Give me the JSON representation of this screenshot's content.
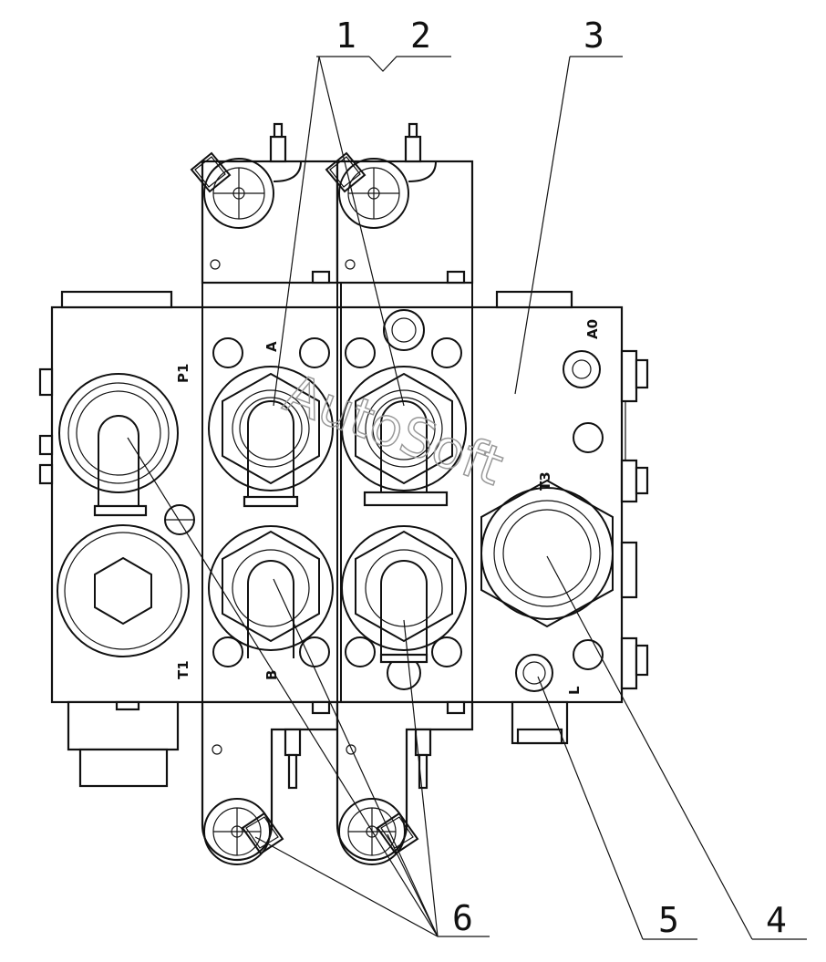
{
  "callouts": [
    "1",
    "2",
    "3",
    "4",
    "5",
    "6"
  ],
  "ports": {
    "p1": "P1",
    "t1": "T1",
    "a0": "A0",
    "t3": "T3",
    "l": "L",
    "a": "A",
    "b": "B"
  },
  "watermark": "AutoSoft",
  "colors": {
    "line": "#111111",
    "background": "#ffffff",
    "watermark": "#999999"
  }
}
